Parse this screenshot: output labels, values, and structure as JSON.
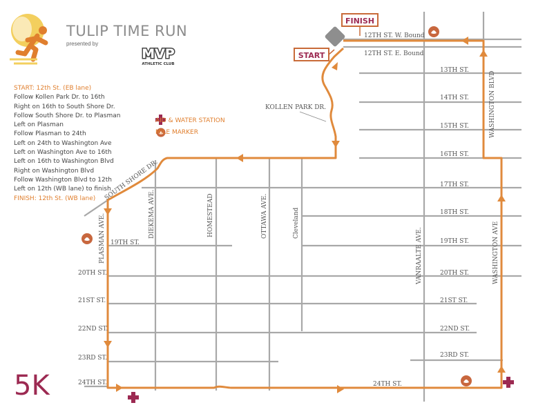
{
  "header": {
    "title": "TULIP TIME RUN",
    "presented_by": "presented by",
    "sponsor_name": "MVP",
    "sponsor_sub": "ATHLETIC CLUB"
  },
  "directions": {
    "start": "START: 12th St. (EB lane)",
    "steps": [
      "Follow Kollen Park Dr. to 16th",
      "Right on 16th to South Shore Dr.",
      "Follow South Shore Dr. to Plasman",
      "Left on Plasman",
      "Follow Plasman to 24th",
      "Left on 24th to Washington Ave",
      "Left on Washington Ave to 16th",
      "Left on 16th to Washington Blvd",
      "Right on Washington Blvd",
      "Follow Washington Blvd to 12th",
      "Left on 12th (WB lane) to finish"
    ],
    "finish": "FINISH: 12th St. (WB lane)"
  },
  "legend": {
    "aid": "AID & WATER STATION",
    "mile": "MILE MARKER"
  },
  "distance": "5K",
  "markers": {
    "start": "START",
    "finish": "FINISH"
  },
  "streets": {
    "s12_wb": "12TH ST. W. Bound",
    "s12_eb": "12TH ST. E. Bound",
    "s13": "13TH ST.",
    "s14": "14TH ST.",
    "s15": "15TH ST.",
    "s16": "16TH ST.",
    "s17": "17TH ST.",
    "s18": "18TH ST.",
    "s19_west": "19TH ST.",
    "s19_east": "19TH ST.",
    "s20_west": "20TH ST.",
    "s20_east": "20TH ST.",
    "s21_west": "21ST ST.",
    "s21_east": "21ST ST.",
    "s22_west": "22ND ST.",
    "s22_east": "22ND ST.",
    "s23_west": "23RD ST.",
    "s23_east": "23RD ST.",
    "s24_west": "24TH ST.",
    "s24_east": "24TH ST.",
    "kollen": "KOLLEN PARK DR.",
    "south_shore": "SOUTH SHORE DR.",
    "plasman": "PLASMAN AVE.",
    "diekema": "DIEKEMA AVE.",
    "homestead": "HOMESTEAD",
    "ottawa": "OTTAWA AVE.",
    "cleveland": "Cleveland",
    "vanraalte": "VANRAALTE AVE.",
    "washington_ave": "WASHINGTON AVE",
    "washington_blvd": "WASHINGTON BLVD"
  },
  "colors": {
    "route": "#e08a3c",
    "street": "#a8a8a8",
    "accent": "#e07f2e",
    "maroon": "#9c2a52",
    "mile_marker": "#c8673e",
    "aid": "#9c2a52"
  },
  "icons": [
    "runner-logo-icon",
    "aid-station-icon",
    "mile-marker-icon",
    "route-arrow-icon"
  ]
}
